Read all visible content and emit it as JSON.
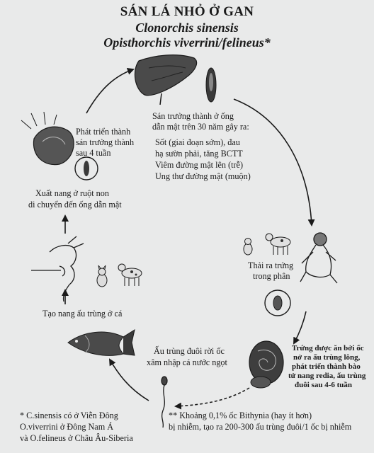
{
  "title": {
    "line1": "SÁN LÁ NHỎ Ở GAN",
    "line2": "Clonorchis sinensis",
    "line3": "Opisthorchis viverrini/felineus*"
  },
  "stages": {
    "liver": {
      "lines": [
        "Sán trưởng thành ở ống",
        "dẫn mật trên 30 năm gây ra:",
        "Sốt (giai đoạn sớm), đau",
        "hạ sườn phải, tăng BCTT",
        "Viêm đường mật lên (trễ)",
        "Ung thư đường mật (muộn)"
      ]
    },
    "egg": {
      "lines": [
        "Thải ra trứng",
        "trong phân"
      ]
    },
    "snail": {
      "lines": [
        "Trứng được ăn bởi ốc",
        "nở ra ấu trùng lông,",
        "phát triển thành bào",
        "tử nang redia, ấu trùng",
        "đuôi sau 4-6 tuần"
      ]
    },
    "cercaria": {
      "lines": [
        "Ấu trùng đuôi rời ốc",
        "xâm nhập cá nước ngọt"
      ]
    },
    "fish": {
      "line": "Tạo nang ấu trùng ở cá"
    },
    "excyst": {
      "lines": [
        "Xuất nang ở ruột non",
        "di chuyển đến ống dẫn mật"
      ]
    },
    "mature": {
      "lines": [
        "Phát triển thành",
        "sán trưởng thành",
        "sau 4 tuần"
      ]
    }
  },
  "footnotes": {
    "star": [
      "* C.sinensis có ở Viễn Đông",
      "O.viverrini ở Đông Nam Á",
      "và O.felineus ở Châu Âu-Siberia"
    ],
    "double_star": [
      "** Khoảng 0,1% ốc Bithynia (hay ít hơn)",
      "bị nhiễm, tạo ra 200-300 ấu trùng đuôi/1 ốc bị nhiễm"
    ]
  },
  "colors": {
    "background": "#e9eaea",
    "ink": "#1a1a1a"
  }
}
